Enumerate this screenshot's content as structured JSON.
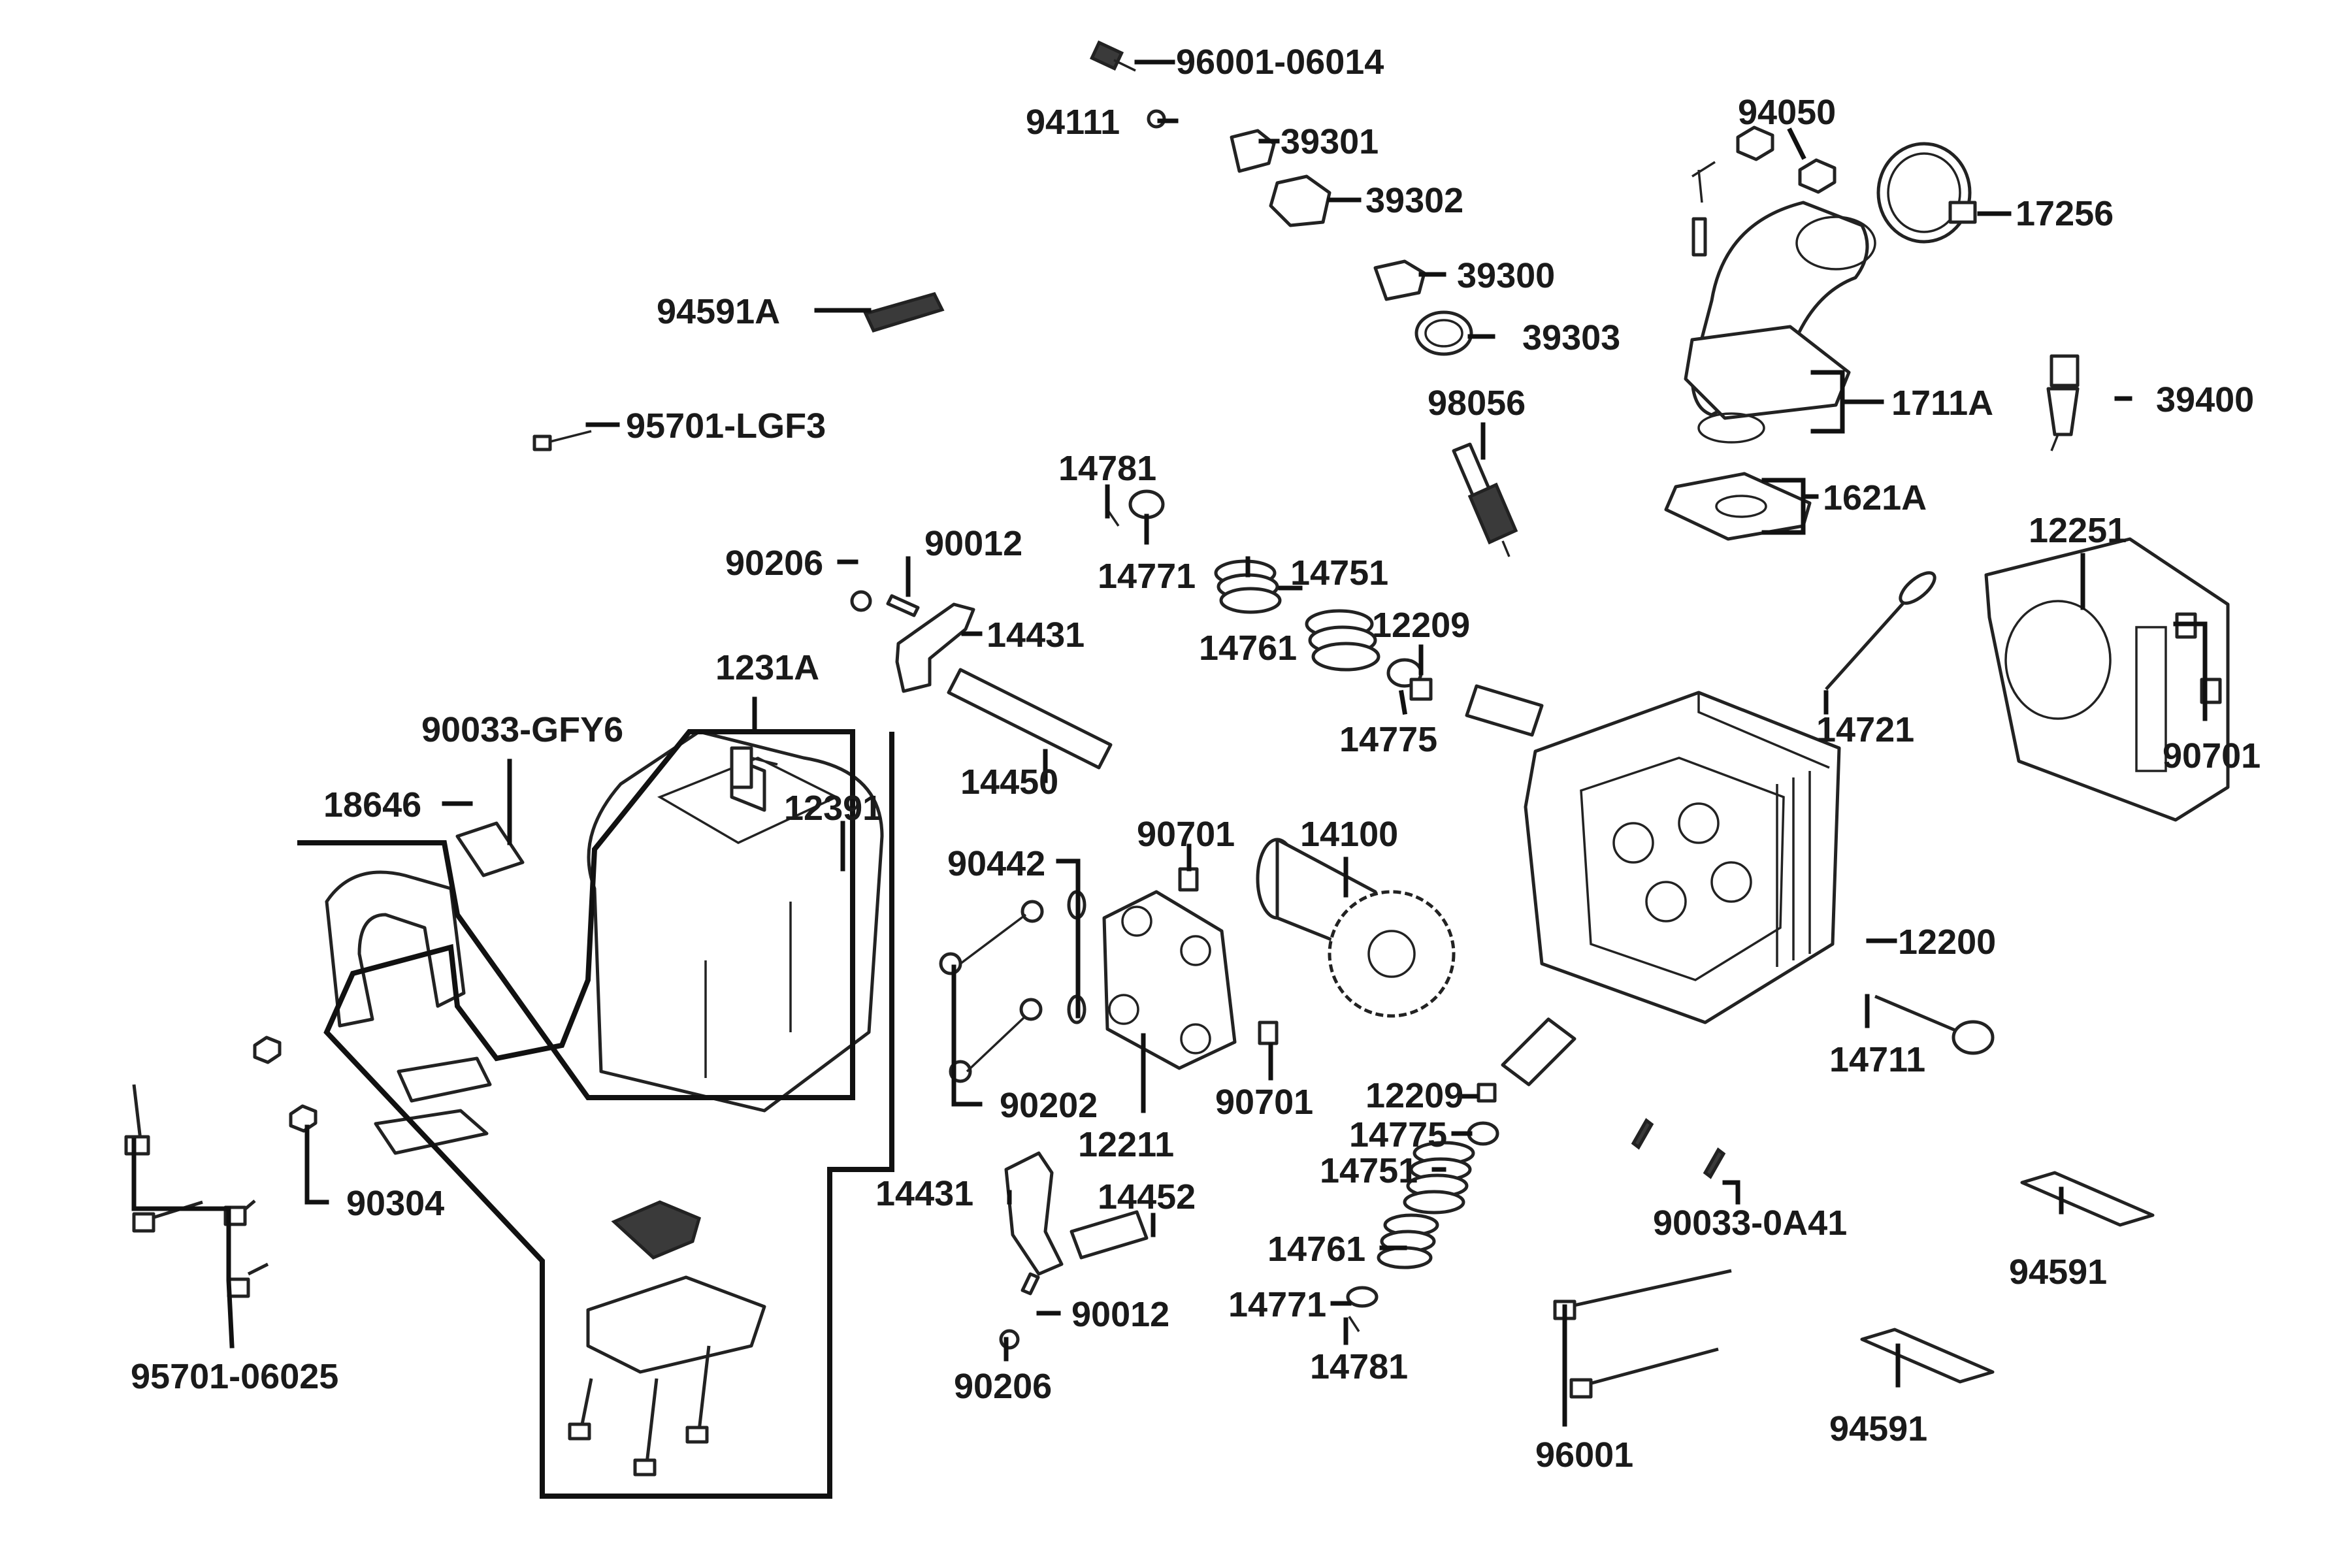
{
  "callouts": [
    {
      "id": "p96001_06014",
      "text": "96001-06014"
    },
    {
      "id": "p94111",
      "text": "94111"
    },
    {
      "id": "p39301",
      "text": "39301"
    },
    {
      "id": "p39302",
      "text": "39302"
    },
    {
      "id": "p39300",
      "text": "39300"
    },
    {
      "id": "p39303",
      "text": "39303"
    },
    {
      "id": "p94591A",
      "text": "94591A"
    },
    {
      "id": "p95701_LGF3",
      "text": "95701-LGF3"
    },
    {
      "id": "p94050",
      "text": "94050"
    },
    {
      "id": "p17256",
      "text": "17256"
    },
    {
      "id": "p1711A",
      "text": "1711A"
    },
    {
      "id": "p39400",
      "text": "39400"
    },
    {
      "id": "p98056",
      "text": "98056"
    },
    {
      "id": "p1621A",
      "text": "1621A"
    },
    {
      "id": "p14781a",
      "text": "14781"
    },
    {
      "id": "p14771a",
      "text": "14771"
    },
    {
      "id": "p14751a",
      "text": "14751"
    },
    {
      "id": "p14761a",
      "text": "14761"
    },
    {
      "id": "p12209a",
      "text": "12209"
    },
    {
      "id": "p14775a",
      "text": "14775"
    },
    {
      "id": "p90206a",
      "text": "90206"
    },
    {
      "id": "p90012a",
      "text": "90012"
    },
    {
      "id": "p14431a",
      "text": "14431"
    },
    {
      "id": "p14450",
      "text": "14450"
    },
    {
      "id": "p12251",
      "text": "12251"
    },
    {
      "id": "p14721",
      "text": "14721"
    },
    {
      "id": "p90701a",
      "text": "90701"
    },
    {
      "id": "p1231A",
      "text": "1231A"
    },
    {
      "id": "p90033_GFY6",
      "text": "90033-GFY6"
    },
    {
      "id": "p18646",
      "text": "18646"
    },
    {
      "id": "p12391",
      "text": "12391"
    },
    {
      "id": "p90442",
      "text": "90442"
    },
    {
      "id": "p90701b",
      "text": "90701"
    },
    {
      "id": "p14100",
      "text": "14100"
    },
    {
      "id": "p12200",
      "text": "12200"
    },
    {
      "id": "p90202",
      "text": "90202"
    },
    {
      "id": "p12211",
      "text": "12211"
    },
    {
      "id": "p90701c",
      "text": "90701"
    },
    {
      "id": "p14711",
      "text": "14711"
    },
    {
      "id": "p12209b",
      "text": "12209"
    },
    {
      "id": "p14775b",
      "text": "14775"
    },
    {
      "id": "p14751b",
      "text": "14751"
    },
    {
      "id": "p14761b",
      "text": "14761"
    },
    {
      "id": "p14771b",
      "text": "14771"
    },
    {
      "id": "p14781b",
      "text": "14781"
    },
    {
      "id": "p90304",
      "text": "90304"
    },
    {
      "id": "p95701_06025",
      "text": "95701-06025"
    },
    {
      "id": "p14431b",
      "text": "14431"
    },
    {
      "id": "p14452",
      "text": "14452"
    },
    {
      "id": "p90012b",
      "text": "90012"
    },
    {
      "id": "p90206b",
      "text": "90206"
    },
    {
      "id": "p90033_0A41",
      "text": "90033-0A41"
    },
    {
      "id": "p94591a",
      "text": "94591"
    },
    {
      "id": "p96001",
      "text": "96001"
    },
    {
      "id": "p94591b",
      "text": "94591"
    }
  ]
}
